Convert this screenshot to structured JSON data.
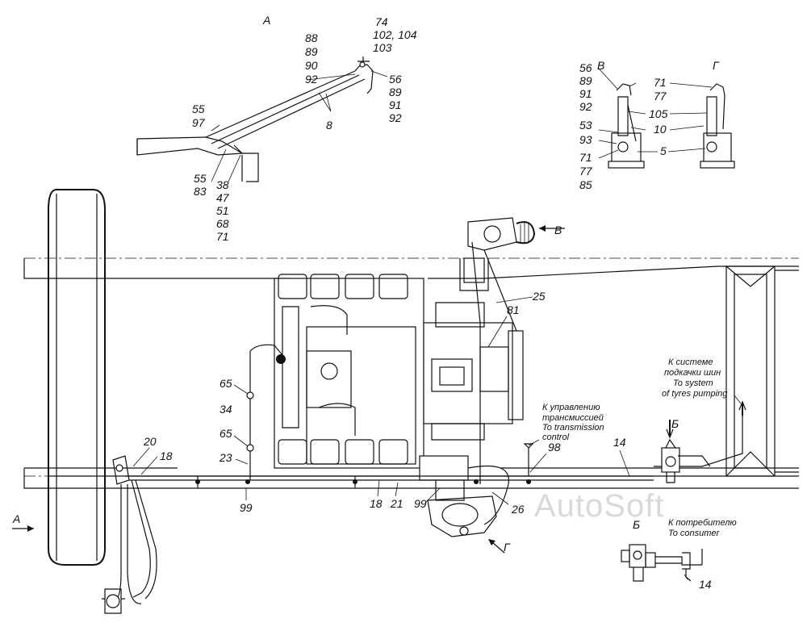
{
  "callouts": {
    "view_a": "А",
    "a_88": "88",
    "a_89": "89",
    "a_90": "90",
    "a_92": "92",
    "a_74": "74",
    "a_102": "102, 104",
    "a_103": "103",
    "a_56": "56",
    "a_89b": "89",
    "a_91": "91",
    "a_92b": "92",
    "a_55": "55",
    "a_97": "97",
    "a_8": "8",
    "a_55b": "55",
    "a_83": "83",
    "a_38": "38",
    "a_47": "47",
    "a_51": "51",
    "a_68": "68",
    "a_71": "71",
    "view_v": "В",
    "view_g": "Г",
    "v_56": "56",
    "v_89": "89",
    "v_91": "91",
    "v_92": "92",
    "v_71": "71",
    "v_77": "77",
    "v_105": "105",
    "v_53": "53",
    "v_10": "10",
    "v_93": "93",
    "v_5": "5",
    "v_71b": "71",
    "v_77b": "77",
    "v_85": "85",
    "arrow_v": "В",
    "m_25": "25",
    "m_81": "81",
    "m_65": "65",
    "m_34": "34",
    "m_65b": "65",
    "m_23": "23",
    "m_20": "20",
    "m_18": "18",
    "m_99": "99",
    "m_18b": "18",
    "m_21": "21",
    "m_99b": "99",
    "m_26": "26",
    "m_98": "98",
    "m_14": "14",
    "arrow_a": "А",
    "arrow_g": "Г",
    "arrow_b": "Б",
    "b_title": "Б",
    "b_14": "14"
  },
  "notes": {
    "tyres_ru_1": "К системе",
    "tyres_ru_2": "подкачки шин",
    "tyres_en_1": "To system",
    "tyres_en_2": "of tyres pumping",
    "trans_ru_1": "К управлению",
    "trans_ru_2": "трансмиссией",
    "trans_en_1": "To transmission",
    "trans_en_2": "control",
    "consumer_ru": "К потребителю",
    "consumer_en": "To consumer"
  },
  "watermark": "AutoSoft"
}
